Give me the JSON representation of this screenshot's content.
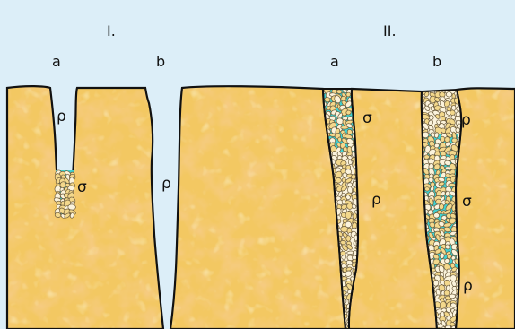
{
  "colors": {
    "sky": "#dceef8",
    "background": "#ffffff",
    "rock_base": "#f3c862",
    "rock_mottle": "#eaa33c",
    "rock_light": "#f8de90",
    "outline": "#111111",
    "cement": "#3fd0d0",
    "grain_fill": "#f3d88c",
    "grain_light": "#fbf3dc"
  },
  "panels": [
    {
      "id": "I",
      "heading": "I."
    },
    {
      "id": "II",
      "heading": "II."
    }
  ],
  "labels": {
    "I": {
      "a": "a",
      "b": "b",
      "rho_a": "ρ",
      "sigma_a": "σ",
      "rho_b": "ρ"
    },
    "II": {
      "a": "a",
      "b": "b",
      "sigma_a": "σ",
      "rho_a": "ρ",
      "rho_b1": "ρ",
      "sigma_b": "σ",
      "rho_b2": "ρ"
    }
  },
  "icons": {
    "texture": "mottled-rock-texture",
    "grains": "pebble-grains"
  }
}
